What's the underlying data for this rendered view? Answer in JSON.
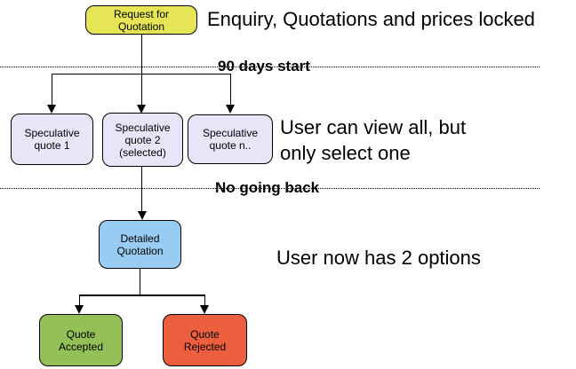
{
  "nodes": {
    "request_for_quotation": {
      "line1": "Request for",
      "line2": "Quotation",
      "fill": "#e5e556"
    },
    "speculative_quote_1": {
      "line1": "Speculative",
      "line2": "quote 1",
      "fill": "#e6e6f8"
    },
    "speculative_quote_2": {
      "line1": "Speculative",
      "line2": "quote 2",
      "line3": "(selected)",
      "fill": "#e6e6f8"
    },
    "speculative_quote_n": {
      "line1": "Speculative",
      "line2": "quote n..",
      "fill": "#e6e6f8"
    },
    "detailed_quotation": {
      "line1": "Detailed",
      "line2": "Quotation",
      "fill": "#99ccf2"
    },
    "quote_accepted": {
      "line1": "Quote",
      "line2": "Accepted",
      "fill": "#94c157"
    },
    "quote_rejected": {
      "line1": "Quote",
      "line2": "Rejected",
      "fill": "#eb5f3e"
    }
  },
  "phase_lines": {
    "first_label": "90 days start",
    "second_label": "No going back"
  },
  "annotations": {
    "enquiry": "Enquiry, Quotations and prices locked",
    "view_all_line1": "User can view all, but",
    "view_all_line2": "only select one",
    "two_options": "User now has 2 options"
  },
  "colors": {
    "connector": "#000000",
    "text": "#000000",
    "background": "#ffffff"
  }
}
